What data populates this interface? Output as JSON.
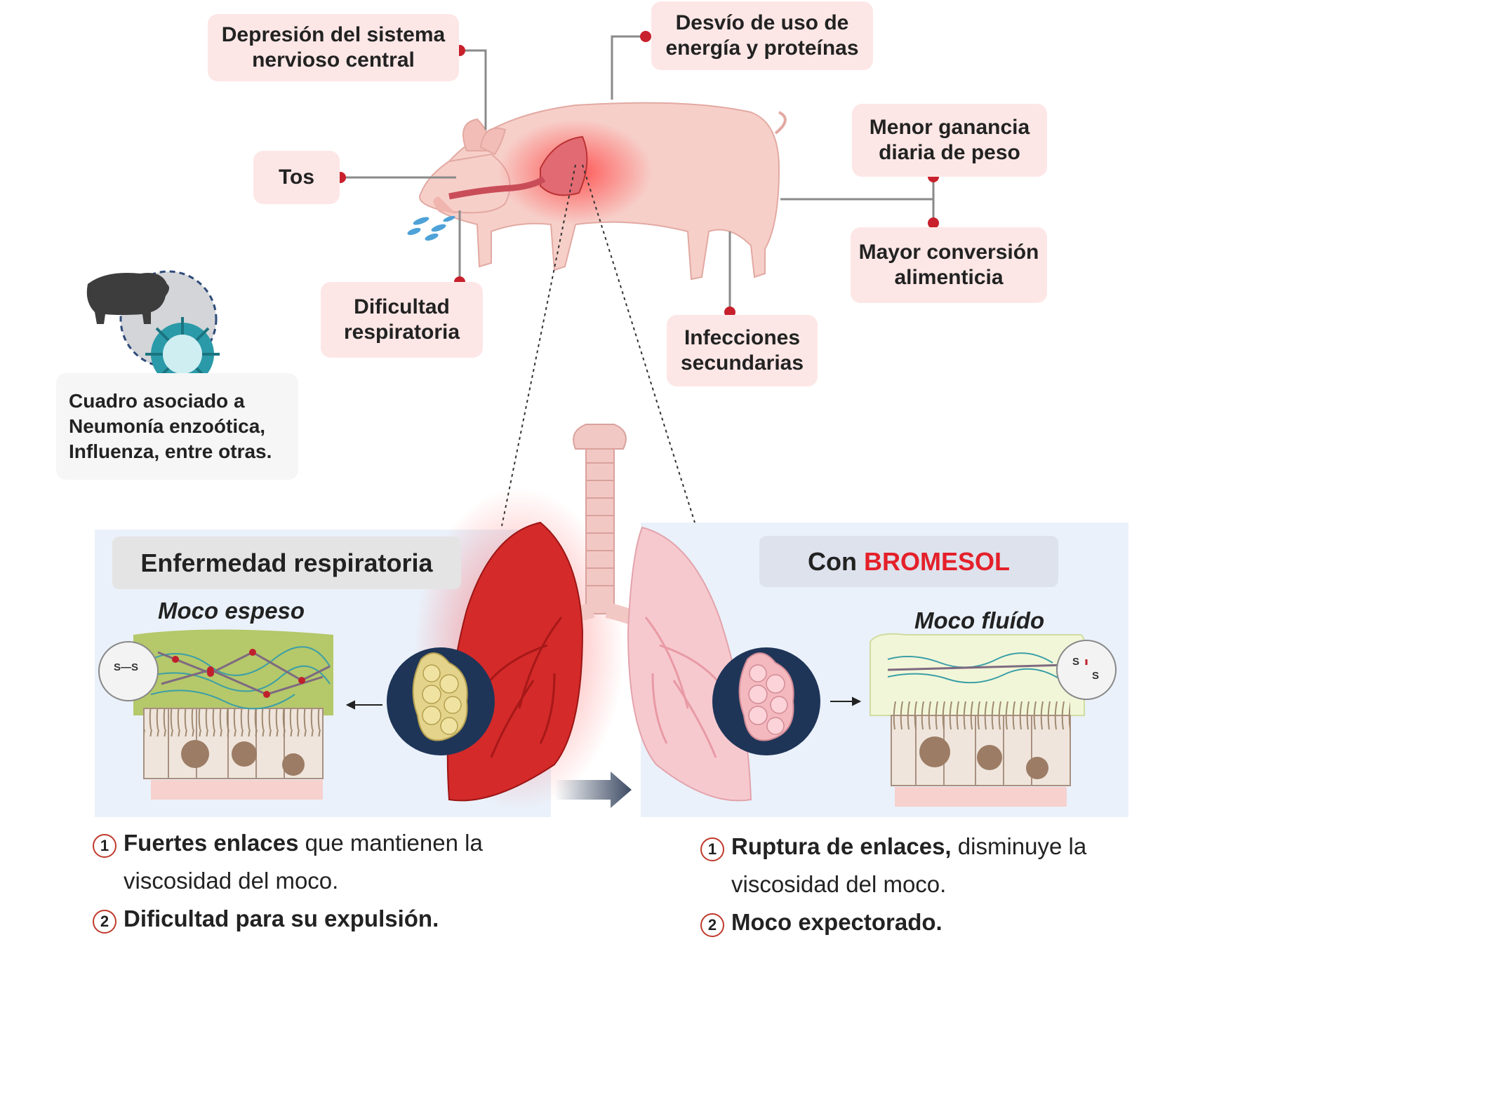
{
  "labels": {
    "snc": [
      "Depresión del sistema",
      "nervioso central"
    ],
    "energia": [
      "Desvío de uso de",
      "energía y proteínas"
    ],
    "menor": [
      "Menor ganancia",
      "diaria de peso"
    ],
    "tos": "Tos",
    "dificultad": [
      "Dificultad",
      "respiratoria"
    ],
    "infecciones": [
      "Infecciones",
      "secundarias"
    ],
    "mayor": [
      "Mayor conversión",
      "alimenticia"
    ]
  },
  "cuadro": [
    "Cuadro asociado a",
    "Neumonía enzoótica,",
    "Influenza, entre otras."
  ],
  "left_panel": {
    "title": "Enfermedad respiratoria",
    "moco": "Moco espeso",
    "bond": "S—S"
  },
  "right_panel": {
    "title_prefix": "Con ",
    "title_brand": "BROMESOL",
    "moco": "Moco fluído",
    "bond_s1": "S",
    "bond_s2": "S"
  },
  "left_list": {
    "n1": "1",
    "i1_bold": "Fuertes enlaces",
    "i1_rest": " que mantienen la",
    "i1_line2": "viscosidad del moco.",
    "n2": "2",
    "i2_bold": "Dificultad para su expulsión."
  },
  "right_list": {
    "n1": "1",
    "i1_bold": "Ruptura de enlaces,",
    "i1_rest": " disminuye la",
    "i1_line2": "viscosidad del moco.",
    "n2": "2",
    "i2_bold": "Moco expectorado."
  },
  "colors": {
    "label_bg": "#fde7e6",
    "connector": "#8a8a8a",
    "dot": "#c8202c",
    "panel_bg": "#eaf1fa",
    "brand": "#e4202a",
    "lung_sick": "#d42a2a",
    "lung_healthy": "#f6c9cf"
  }
}
